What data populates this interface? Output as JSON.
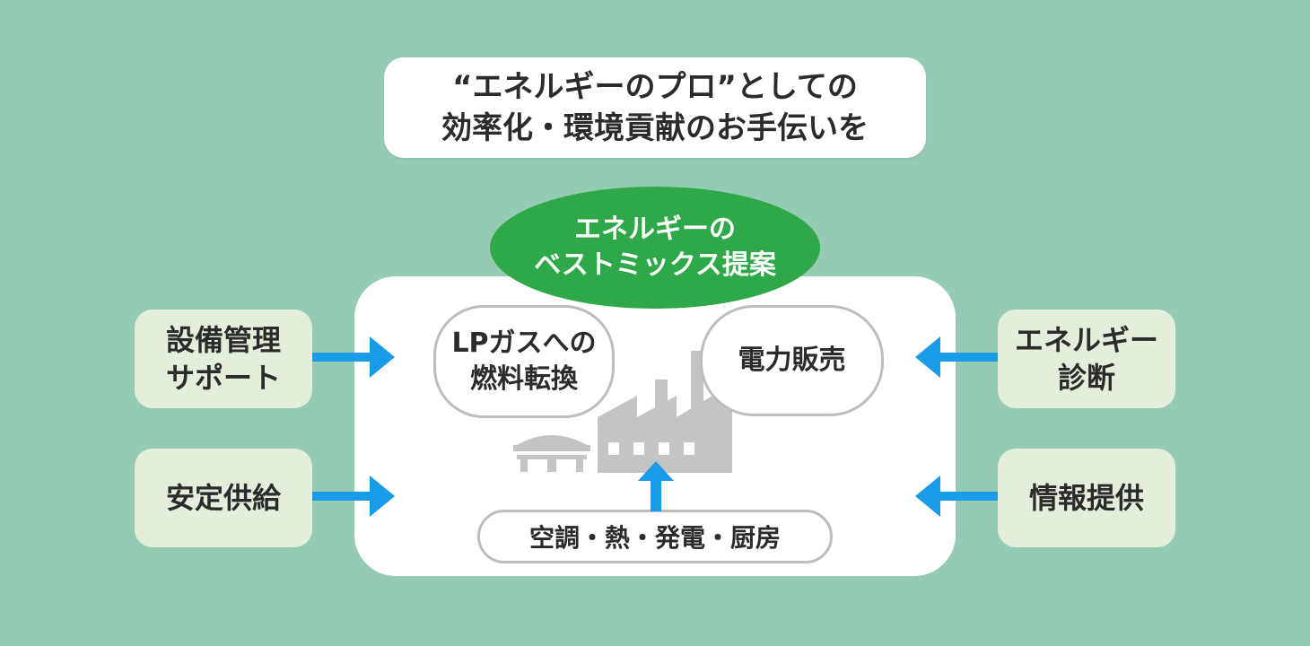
{
  "headline": {
    "line1": "“エネルギーのプロ”としての",
    "line2": "効率化・環境貢献のお手伝いを"
  },
  "proposal": {
    "line1": "エネルギーの",
    "line2": "ベストミックス提案"
  },
  "left_boxes": [
    {
      "line1": "設備管理",
      "line2": "サポート"
    },
    {
      "line1": "安定供給"
    }
  ],
  "right_boxes": [
    {
      "line1": "エネルギー",
      "line2": "診断"
    },
    {
      "line1": "情報提供"
    }
  ],
  "bubbles": {
    "lp_gas": {
      "line1": "LPガスへの",
      "line2": "燃料転換"
    },
    "electricity": {
      "line1": "電力販売"
    }
  },
  "uses": "空調・熱・発電・厨房",
  "icons": [
    "factory-icon",
    "storage-tank-icon",
    "arrow-right-icon",
    "arrow-left-icon",
    "arrow-up-icon"
  ],
  "colors": {
    "background": "#96cbb3",
    "proposal_green": "#2ea848",
    "side_box": "#e3eedb",
    "arrow_blue": "#1a9be8",
    "icon_gray": "#c4c4c4",
    "outline_gray": "#bdbdbd"
  }
}
